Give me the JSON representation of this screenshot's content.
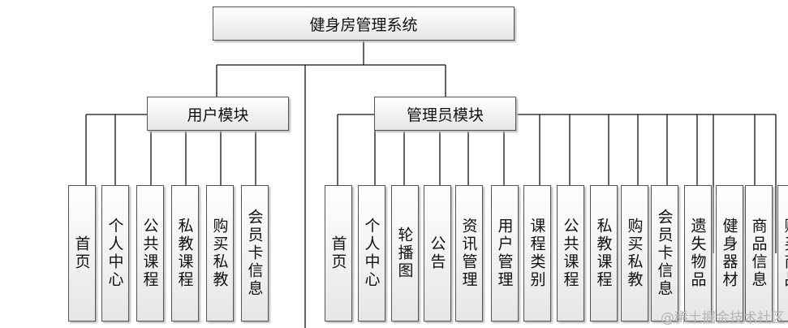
{
  "root": {
    "label": "健身房管理系统"
  },
  "user_module": {
    "label": "用户模块",
    "items": [
      "首页",
      "个人中心",
      "公共课程",
      "私教课程",
      "购买私教",
      "会员卡信息"
    ]
  },
  "admin_module": {
    "label": "管理员模块",
    "items": [
      "首页",
      "个人中心",
      "轮播图",
      "公告",
      "资讯管理",
      "用户管理",
      "课程类别",
      "公共课程",
      "私教课程",
      "购买私教",
      "会员卡信息",
      "遗失物品",
      "健身器材",
      "商品信息",
      "购买商品"
    ]
  },
  "watermark": "@稀土掘金技术社区"
}
